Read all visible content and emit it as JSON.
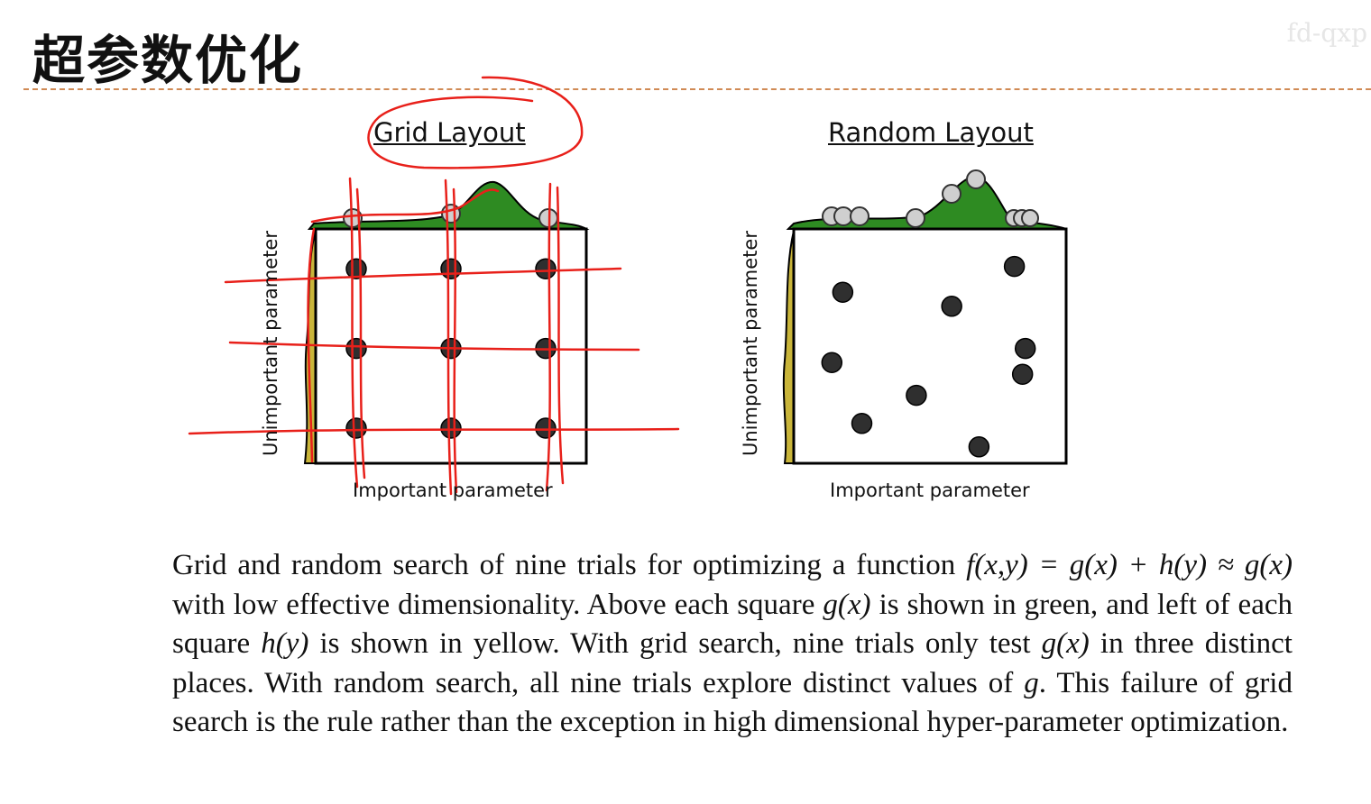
{
  "header": {
    "title": "超参数优化",
    "watermark": "fd-qxp"
  },
  "panels": {
    "grid": {
      "title": "Grid Layout",
      "xlabel": "Important parameter",
      "ylabel": "Unimportant parameter",
      "points": [
        [
          0.15,
          0.83
        ],
        [
          0.5,
          0.83
        ],
        [
          0.85,
          0.83
        ],
        [
          0.15,
          0.49
        ],
        [
          0.5,
          0.49
        ],
        [
          0.85,
          0.49
        ],
        [
          0.15,
          0.15
        ],
        [
          0.5,
          0.15
        ],
        [
          0.85,
          0.15
        ]
      ]
    },
    "random": {
      "title": "Random Layout",
      "xlabel": "Important parameter",
      "ylabel": "Unimportant parameter",
      "points": [
        [
          0.18,
          0.73
        ],
        [
          0.58,
          0.67
        ],
        [
          0.81,
          0.84
        ],
        [
          0.14,
          0.43
        ],
        [
          0.45,
          0.29
        ],
        [
          0.85,
          0.49
        ],
        [
          0.84,
          0.38
        ],
        [
          0.25,
          0.17
        ],
        [
          0.68,
          0.07
        ]
      ]
    }
  },
  "colors": {
    "g_curve": "#2e8b22",
    "h_curve": "#c9b53a",
    "annotation": "#e8201a",
    "point": "#2f2f2f",
    "divider": "#d08a55"
  },
  "caption": {
    "text_1": "Grid and random search of nine trials for optimizing a function ",
    "math_1": "f(x,y) = g(x) + h(y) ≈ g(x)",
    "text_2": " with low effective dimensionality. Above each square ",
    "math_2": "g(x)",
    "text_3": " is shown in green, and left of each square ",
    "math_3": "h(y)",
    "text_4": " is shown in yellow. With grid search, nine trials only test ",
    "math_4": "g(x)",
    "text_5": " in three distinct places. With random search, all nine trials explore distinct values of ",
    "math_5": "g",
    "text_6": ". This failure of grid search is the rule rather than the exception in high dimensional hyper-parameter optimization."
  }
}
